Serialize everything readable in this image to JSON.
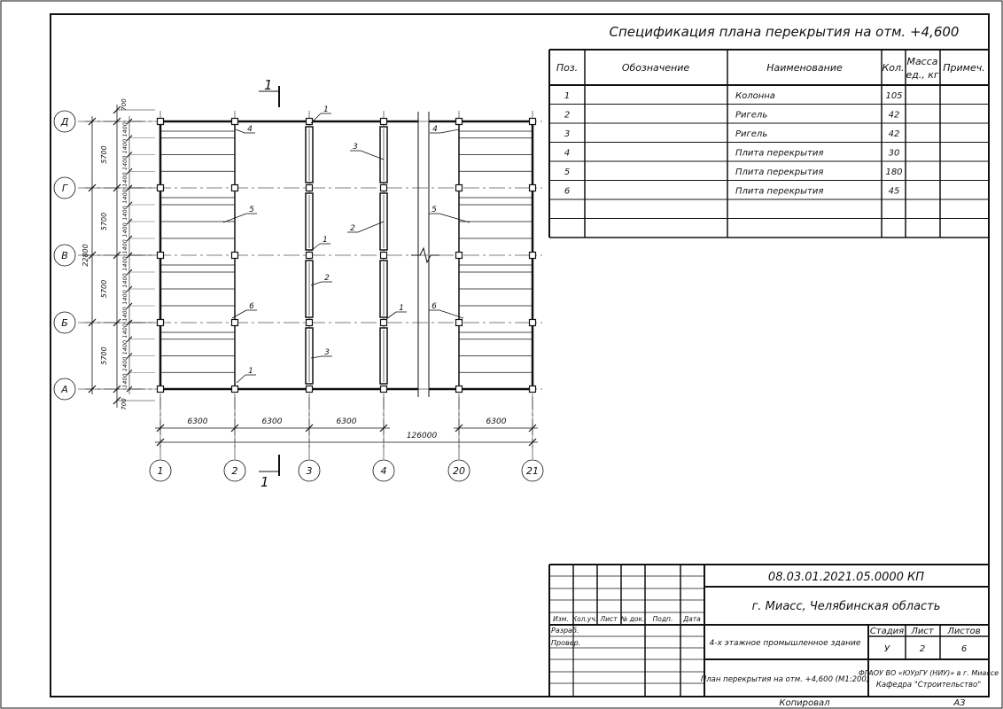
{
  "spec": {
    "title": "Спецификация плана перекрытия на отм. +4,600",
    "headers": {
      "pos": "Поз.",
      "designation": "Обозначение",
      "name": "Наименование",
      "qty": "Кол.",
      "mass_line1": "Масса",
      "mass_line2": "ед., кг",
      "note": "Примеч."
    },
    "rows": [
      {
        "pos": "1",
        "name": "Колонна",
        "qty": "105"
      },
      {
        "pos": "2",
        "name": "Ригель",
        "qty": "42"
      },
      {
        "pos": "3",
        "name": "Ригель",
        "qty": "42"
      },
      {
        "pos": "4",
        "name": "Плита перекрытия",
        "qty": "30"
      },
      {
        "pos": "5",
        "name": "Плита перекрытия",
        "qty": "180"
      },
      {
        "pos": "6",
        "name": "Плита перекрытия",
        "qty": "45"
      }
    ]
  },
  "plan": {
    "rows": [
      "Д",
      "Г",
      "В",
      "Б",
      "А"
    ],
    "cols": [
      "1",
      "2",
      "3",
      "4",
      "20",
      "21"
    ],
    "bay_dims": [
      "6300",
      "6300",
      "6300",
      "6300"
    ],
    "total_width": "126000",
    "span_dims": [
      "5700",
      "5700",
      "5700",
      "5700"
    ],
    "edge_dim": "700",
    "total_height": "22800",
    "slab_dim": "1400",
    "section_mark": "1",
    "callouts": [
      "1",
      "4",
      "3",
      "2",
      "1",
      "5",
      "2",
      "5",
      "1",
      "6",
      "6",
      "1",
      "3",
      "4"
    ]
  },
  "titleblock": {
    "code": "08.03.01.2021.05.0000 КП",
    "city": "г. Миасс, Челябинская область",
    "columns": [
      "Изм.",
      "Кол.уч.",
      "Лист",
      "№ док.",
      "Подп.",
      "Дата"
    ],
    "developed": "Разраб.",
    "checked": "Провер.",
    "building": "4-х этажное промышленное здание",
    "drawing": "План перекрытия на отм. +4,600 (М1:200)",
    "stage_label": "Стадия",
    "sheet_label": "Лист",
    "sheets_label": "Листов",
    "stage": "У",
    "sheet": "2",
    "sheets": "6",
    "org_line1": "ФГАОУ ВО «ЮУрГУ (НИУ)» в г. Миассе",
    "org_line2": "Кафедра \"Строительство\"",
    "copied": "Копировал",
    "format": "А3"
  },
  "colors": {
    "line": "#111111",
    "axis": "#555555"
  }
}
